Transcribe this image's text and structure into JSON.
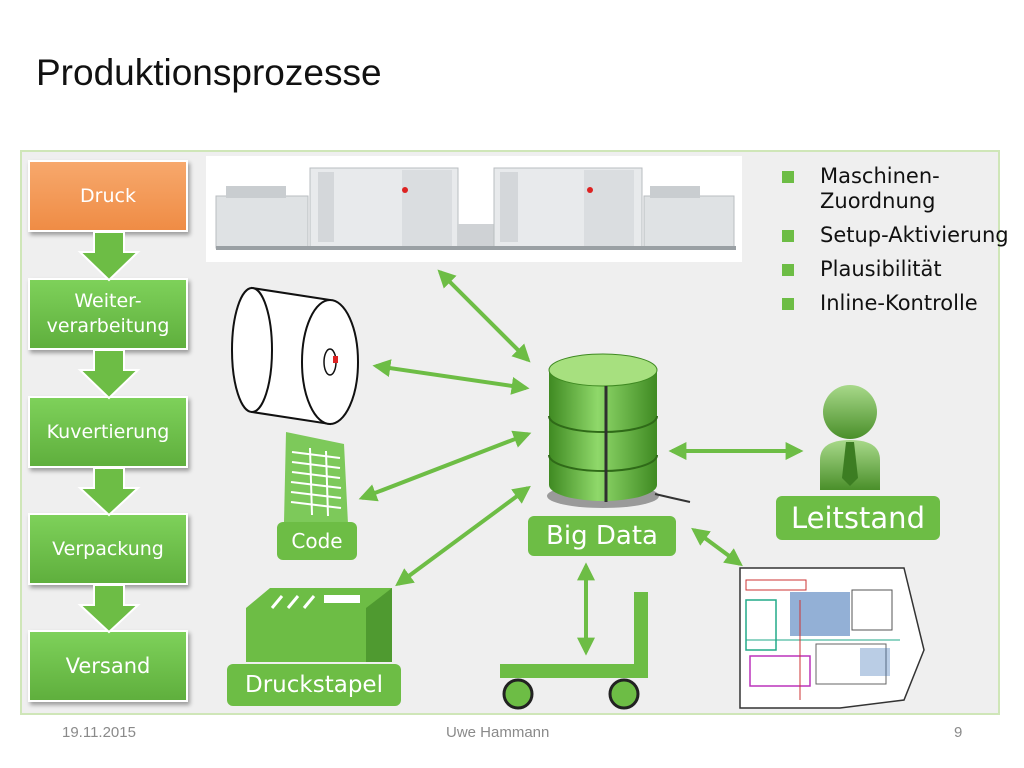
{
  "title": "Produktionsprozesse",
  "process_steps": [
    "Druck",
    "Weiter-\nverarbeitung",
    "Kuvertierung",
    "Verpackung",
    "Versand"
  ],
  "bullets": [
    "Maschinen-Zuordnung",
    "Setup-Aktivierung",
    "Plausibilität",
    "Inline-Kontrolle"
  ],
  "labels": {
    "big_data": "Big Data",
    "leitstand": "Leitstand",
    "code": "Code",
    "druckstapel": "Druckstapel"
  },
  "footer": {
    "date": "19.11.2015",
    "author": "Uwe Hammann",
    "page": "9"
  },
  "colors": {
    "accent_green": "#6dbd45",
    "step_orange": "#ef8c45"
  }
}
